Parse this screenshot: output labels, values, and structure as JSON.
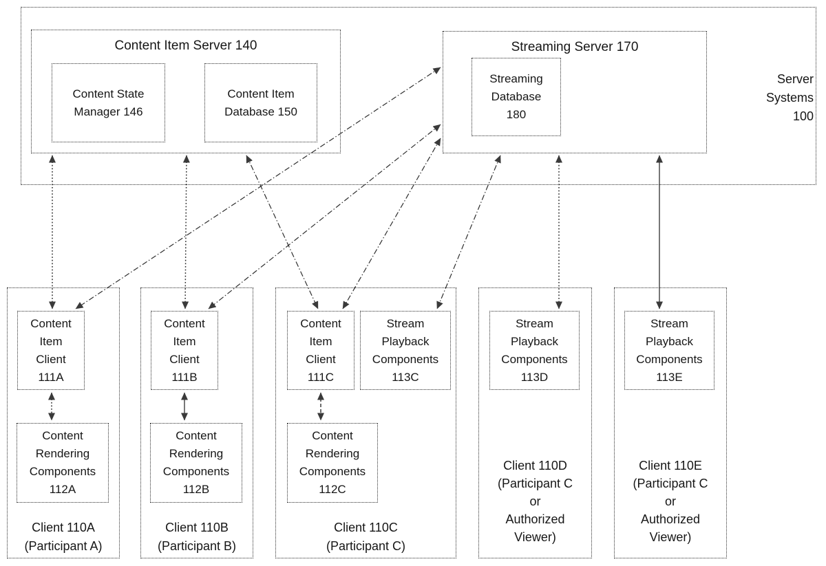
{
  "server_systems": {
    "label": "Server\nSystems\n100",
    "content_item_server": {
      "title": "Content Item Server 140",
      "content_state_manager": {
        "label": "Content State\nManager 146"
      },
      "content_item_database": {
        "label": "Content Item\nDatabase 150"
      }
    },
    "streaming_server": {
      "title": "Streaming Server 170",
      "streaming_database": {
        "label": "Streaming\nDatabase\n180"
      }
    }
  },
  "clients": [
    {
      "id": "110A",
      "label": "Client 110A\n(Participant A)",
      "content_item_client": "Content\nItem\nClient\n111A",
      "content_rendering_components": "Content\nRendering\nComponents\n112A"
    },
    {
      "id": "110B",
      "label": "Client 110B\n(Participant B)",
      "content_item_client": "Content\nItem\nClient\n111B",
      "content_rendering_components": "Content\nRendering\nComponents\n112B"
    },
    {
      "id": "110C",
      "label": "Client 110C\n(Participant C)",
      "content_item_client": "Content\nItem\nClient\n111C",
      "stream_playback_components": "Stream\nPlayback\nComponents\n113C",
      "content_rendering_components": "Content\nRendering\nComponents\n112C"
    },
    {
      "id": "110D",
      "label": "Client 110D\n(Participant C\nor\nAuthorized\nViewer)",
      "stream_playback_components": "Stream\nPlayback\nComponents\n113D"
    },
    {
      "id": "110E",
      "label": "Client 110E\n(Participant C\nor\nAuthorized\nViewer)",
      "stream_playback_components": "Stream\nPlayback\nComponents\n113E"
    }
  ],
  "connections": [
    {
      "from": "Content Item Server 140",
      "to": "Content Item Client 111A",
      "style": "dotted",
      "bidirectional": true
    },
    {
      "from": "Content Item Server 140",
      "to": "Content Item Client 111B",
      "style": "dotted",
      "bidirectional": true
    },
    {
      "from": "Content Item Server 140",
      "to": "Content Item Client 111C",
      "style": "dash-dot",
      "bidirectional": true
    },
    {
      "from": "Streaming Server 170",
      "to": "Content Item Client 111A",
      "style": "dash-dot",
      "bidirectional": true
    },
    {
      "from": "Streaming Server 170",
      "to": "Content Item Client 111B",
      "style": "dash-dot",
      "bidirectional": true
    },
    {
      "from": "Streaming Server 170",
      "to": "Content Item Client 111C",
      "style": "dash-dot",
      "bidirectional": true
    },
    {
      "from": "Streaming Server 170",
      "to": "Stream Playback Components 113C",
      "style": "dash-dot",
      "bidirectional": true
    },
    {
      "from": "Streaming Server 170",
      "to": "Stream Playback Components 113D",
      "style": "dotted",
      "bidirectional": true
    },
    {
      "from": "Streaming Server 170",
      "to": "Stream Playback Components 113E",
      "style": "solid",
      "bidirectional": true
    },
    {
      "from": "Content Item Client 111A",
      "to": "Content Rendering Components 112A",
      "style": "dotted",
      "bidirectional": true
    },
    {
      "from": "Content Item Client 111B",
      "to": "Content Rendering Components 112B",
      "style": "solid",
      "bidirectional": true
    },
    {
      "from": "Content Item Client 111C",
      "to": "Content Rendering Components 112C",
      "style": "dashed",
      "bidirectional": true
    }
  ]
}
